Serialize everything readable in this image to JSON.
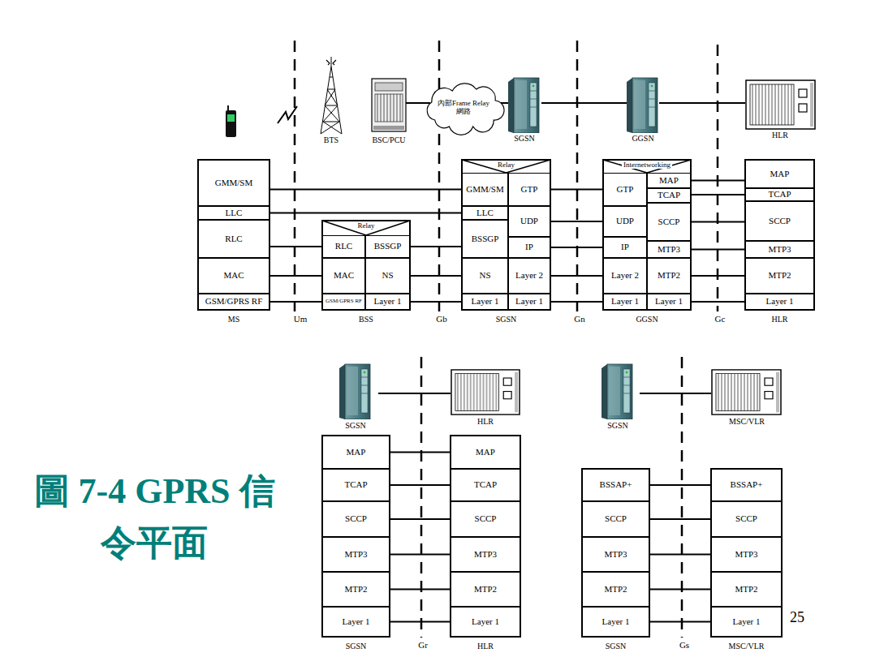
{
  "diagram": {
    "title": "圖 7-4 GPRS 信令平面",
    "nodes": [
      {
        "text": [
          "內部Frame Relay 網路"
        ]
      },
      {
        "text": [
          "MS"
        ]
      },
      {
        "text": [
          "GMM/SM"
        ],
        "in": 1
      },
      {
        "text": [
          "LLC"
        ],
        "in": 1
      },
      {
        "text": [
          "RLC"
        ],
        "in": 1
      },
      {
        "text": [
          "MAC"
        ],
        "in": 1
      },
      {
        "text": [
          "GSM/GPRS RF"
        ],
        "in": 1
      },
      {
        "text": [
          "BSS"
        ]
      },
      {
        "text": [
          "Relay"
        ],
        "in": 7
      },
      {
        "text": [
          "RLC"
        ],
        "in": 7
      },
      {
        "text": [
          "BSSGP"
        ],
        "in": 7
      },
      {
        "text": [
          "MAC"
        ],
        "in": 7
      },
      {
        "text": [
          "NS"
        ],
        "in": 7
      },
      {
        "text": [
          "GSM/GPRS RF"
        ],
        "in": 7
      },
      {
        "text": [
          "Layer 1"
        ],
        "in": 7
      },
      {
        "text": [
          "SGSN"
        ]
      },
      {
        "text": [
          "Relay"
        ],
        "in": 15
      },
      {
        "text": [
          "GMM/SM"
        ],
        "in": 15
      },
      {
        "text": [
          "GTP"
        ],
        "in": 15
      },
      {
        "text": [
          "LLC"
        ],
        "in": 15
      },
      {
        "text": [
          "UDP"
        ],
        "in": 15
      },
      {
        "text": [
          "BSSGP"
        ],
        "in": 15
      },
      {
        "text": [
          "IP"
        ],
        "in": 15
      },
      {
        "text": [
          "NS"
        ],
        "in": 15
      },
      {
        "text": [
          "Layer 2"
        ],
        "in": 15
      },
      {
        "text": [
          "Layer 1"
        ],
        "in": 15
      },
      {
        "text": [
          "Layer 1"
        ],
        "in": 15
      },
      {
        "text": [
          "GGSN"
        ]
      },
      {
        "text": [
          "Internetworking"
        ],
        "in": 27
      },
      {
        "text": [
          "GTP"
        ],
        "in": 27
      },
      {
        "text": [
          "MAP"
        ],
        "in": 27
      },
      {
        "text": [
          "TCAP"
        ],
        "in": 27
      },
      {
        "text": [
          "UDP"
        ],
        "in": 27
      },
      {
        "text": [
          "SCCP"
        ],
        "in": 27
      },
      {
        "text": [
          "IP"
        ],
        "in": 27
      },
      {
        "text": [
          "MTP3"
        ],
        "in": 27
      },
      {
        "text": [
          "Layer 2"
        ],
        "in": 27
      },
      {
        "text": [
          "MTP2"
        ],
        "in": 27
      },
      {
        "text": [
          "Layer 1"
        ],
        "in": 27
      },
      {
        "text": [
          "Layer 1"
        ],
        "in": 27
      },
      {
        "text": [
          "HLR"
        ]
      },
      {
        "text": [
          "MAP"
        ],
        "in": 40
      },
      {
        "text": [
          "TCAP"
        ],
        "in": 40
      },
      {
        "text": [
          "SCCP"
        ],
        "in": 40
      },
      {
        "text": [
          "MTP3"
        ],
        "in": 40
      },
      {
        "text": [
          "MTP2"
        ],
        "in": 40
      },
      {
        "text": [
          "Layer 1"
        ],
        "in": 40
      },
      {
        "text": [
          "SGSN"
        ]
      },
      {
        "text": [
          "MAP"
        ],
        "in": 47
      },
      {
        "text": [
          "TCAP"
        ],
        "in": 47
      },
      {
        "text": [
          "SCCP"
        ],
        "in": 47
      },
      {
        "text": [
          "MTP3"
        ],
        "in": 47
      },
      {
        "text": [
          "MTP2"
        ],
        "in": 47
      },
      {
        "text": [
          "Layer 1"
        ],
        "in": 47
      },
      {
        "text": [
          "HLR"
        ]
      },
      {
        "text": [
          "MAP"
        ],
        "in": 54
      },
      {
        "text": [
          "TCAP"
        ],
        "in": 54
      },
      {
        "text": [
          "SCCP"
        ],
        "in": 54
      },
      {
        "text": [
          "MTP3"
        ],
        "in": 54
      },
      {
        "text": [
          "MTP2"
        ],
        "in": 54
      },
      {
        "text": [
          "Layer 1"
        ],
        "in": 54
      },
      {
        "text": [
          "SGSN"
        ]
      },
      {
        "text": [
          "BSSAP+"
        ],
        "in": 61
      },
      {
        "text": [
          "SCCP"
        ],
        "in": 61
      },
      {
        "text": [
          "MTP3"
        ],
        "in": 61
      },
      {
        "text": [
          "MTP2"
        ],
        "in": 61
      },
      {
        "text": [
          "Layer 1"
        ],
        "in": 61
      },
      {
        "text": [
          "MSC/VLR"
        ]
      },
      {
        "text": [
          "BSSAP+"
        ],
        "in": 67
      },
      {
        "text": [
          "SCCP"
        ],
        "in": 67
      },
      {
        "text": [
          "MTP3"
        ],
        "in": 67
      },
      {
        "text": [
          "MTP2"
        ],
        "in": 67
      },
      {
        "text": [
          "Layer 1"
        ],
        "in": 67
      }
    ],
    "edges": [
      {
        "from": 2,
        "to": 17,
        "arrow": "none"
      },
      {
        "from": 3,
        "to": 19,
        "arrow": "none"
      },
      {
        "from": 4,
        "to": 9,
        "arrow": "none"
      },
      {
        "from": 5,
        "to": 11,
        "arrow": "none"
      },
      {
        "from": 6,
        "to": 13,
        "arrow": "none"
      },
      {
        "from": 10,
        "to": 21,
        "arrow": "none"
      },
      {
        "from": 12,
        "to": 23,
        "arrow": "none"
      },
      {
        "from": 14,
        "to": 25,
        "arrow": "none"
      },
      {
        "from": 18,
        "to": 29,
        "arrow": "none"
      },
      {
        "from": 20,
        "to": 32,
        "arrow": "none"
      },
      {
        "from": 22,
        "to": 34,
        "arrow": "none"
      },
      {
        "from": 24,
        "to": 36,
        "arrow": "none"
      },
      {
        "from": 26,
        "to": 38,
        "arrow": "none"
      },
      {
        "from": 30,
        "to": 41,
        "arrow": "none"
      },
      {
        "from": 31,
        "to": 42,
        "arrow": "none"
      },
      {
        "from": 33,
        "to": 43,
        "arrow": "none"
      },
      {
        "from": 35,
        "to": 44,
        "arrow": "none"
      },
      {
        "from": 37,
        "to": 45,
        "arrow": "none"
      },
      {
        "from": 39,
        "to": 46,
        "arrow": "none"
      },
      {
        "from": 48,
        "to": 55,
        "arrow": "none"
      },
      {
        "from": 49,
        "to": 56,
        "arrow": "none"
      },
      {
        "from": 50,
        "to": 57,
        "arrow": "none"
      },
      {
        "from": 51,
        "to": 58,
        "arrow": "none"
      },
      {
        "from": 52,
        "to": 59,
        "arrow": "none"
      },
      {
        "from": 53,
        "to": 60,
        "arrow": "none"
      },
      {
        "from": 62,
        "to": 68,
        "arrow": "none"
      },
      {
        "from": 63,
        "to": 69,
        "arrow": "none"
      },
      {
        "from": 64,
        "to": 70,
        "arrow": "none"
      },
      {
        "from": 65,
        "to": 71,
        "arrow": "none"
      },
      {
        "from": 66,
        "to": 72,
        "arrow": "none"
      }
    ],
    "labels": [
      "BTS",
      "BSC/PCU",
      "SGSN",
      "GGSN",
      "HLR",
      "SGSN",
      "HLR",
      "SGSN",
      "MSC/VLR",
      "Um",
      "Gb",
      "Gn",
      "Gc",
      "Gr",
      "Gs",
      "25"
    ]
  }
}
